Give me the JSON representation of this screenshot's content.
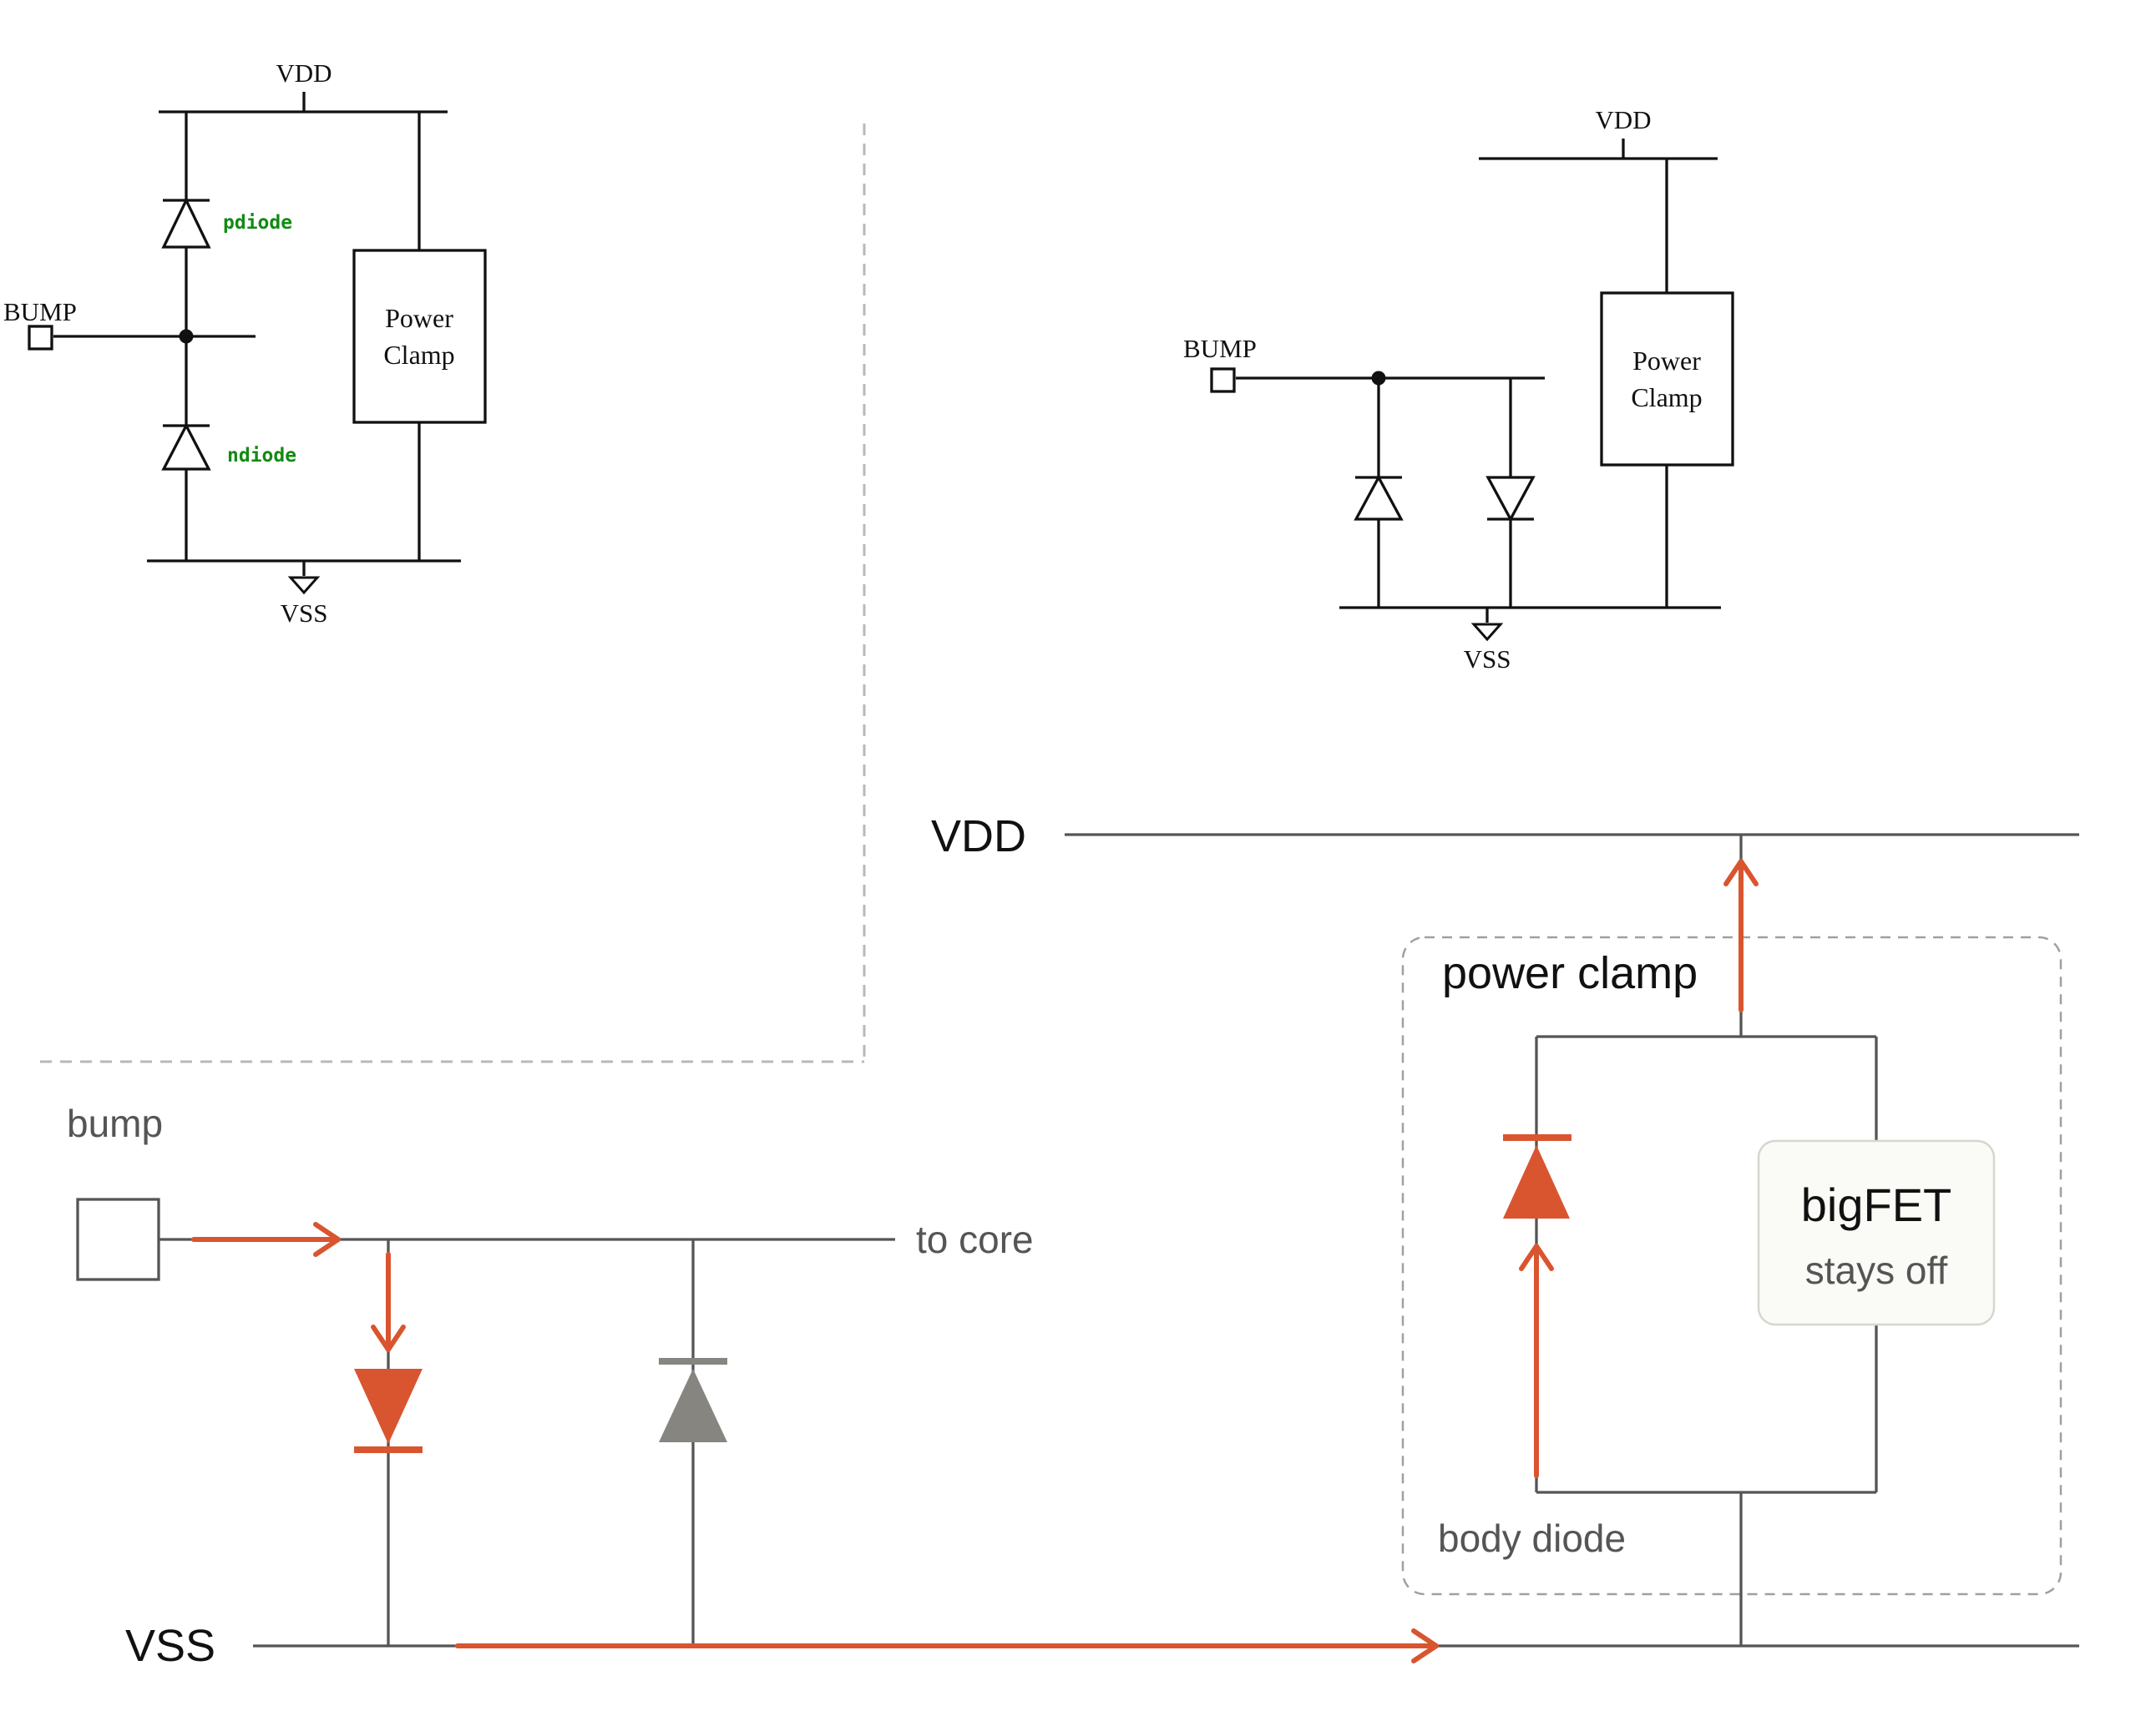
{
  "colors": {
    "accent_current": "#d9552f",
    "diode_label_green": "#138a13",
    "inactive_diode": "#86857f",
    "wire": "#555555",
    "schematic_ink": "#111111"
  },
  "schematic_left": {
    "vdd_label": "VDD",
    "vss_label": "VSS",
    "bump_label": "BUMP",
    "pdiode_label": "pdiode",
    "ndiode_label": "ndiode",
    "clamp_line1": "Power",
    "clamp_line2": "Clamp"
  },
  "schematic_right": {
    "vdd_label": "VDD",
    "vss_label": "VSS",
    "bump_label": "BUMP",
    "clamp_line1": "Power",
    "clamp_line2": "Clamp"
  },
  "current_path": {
    "vdd_label": "VDD",
    "vss_label": "VSS",
    "bump_label": "bump",
    "to_core_label": "to core",
    "power_clamp_label": "power clamp",
    "bigfet_title": "bigFET",
    "bigfet_subtitle": "stays off",
    "body_diode_label": "body diode"
  }
}
